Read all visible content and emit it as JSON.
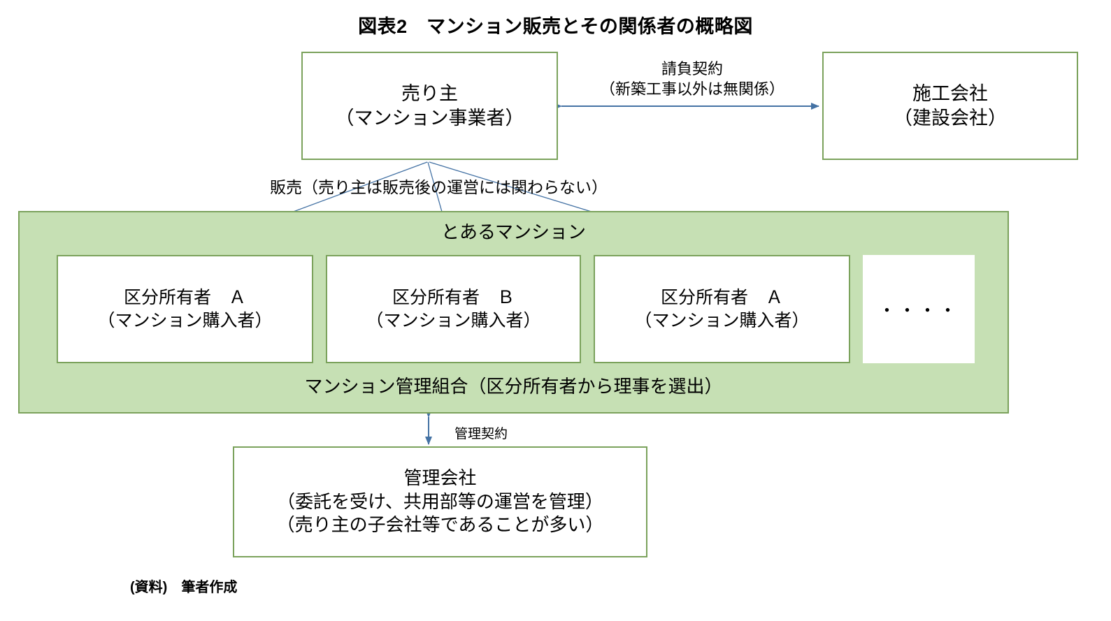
{
  "title": "図表2　マンション販売とその関係者の概略図",
  "nodes": {
    "seller": {
      "line1": "売り主",
      "line2": "（マンション事業者）"
    },
    "builder": {
      "line1": "施工会社",
      "line2": "（建設会社）"
    },
    "management_company": {
      "line1": "管理会社",
      "line2": "（委託を受け、共用部等の運営を管理）",
      "line3": "（売り主の子会社等であることが多い）"
    }
  },
  "mansion": {
    "panel_title": "とあるマンション",
    "association_label": "マンション管理組合（区分所有者から理事を選出）",
    "owners": [
      {
        "line1": "区分所有者　Ａ",
        "line2": "（マンション購入者）"
      },
      {
        "line1": "区分所有者　Ｂ",
        "line2": "（マンション購入者）"
      },
      {
        "line1": "区分所有者　Ａ",
        "line2": "（マンション購入者）"
      }
    ],
    "more_marker": "・・・・"
  },
  "edges": {
    "contract": {
      "line1": "請負契約",
      "line2": "（新築工事以外は無関係）"
    },
    "sales": "販売（売り主は販売後の運営には関わらない）",
    "management_contract": "管理契約"
  },
  "footer": {
    "source": "(資料)　筆者作成"
  },
  "colors": {
    "box_border_green": "#7ba25c",
    "panel_fill_green": "#c6e0b4",
    "arrow_blue": "#4472a4",
    "text_black": "#000000",
    "background": "#ffffff"
  }
}
